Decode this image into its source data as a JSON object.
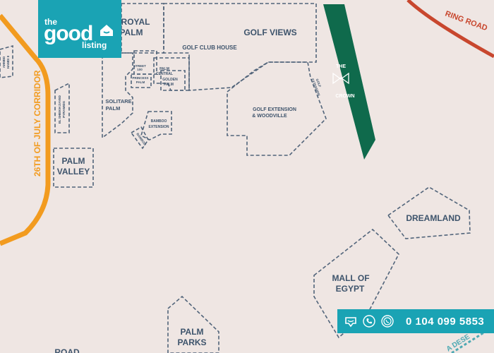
{
  "brand": {
    "logo_top": "the",
    "logo_main": "good",
    "logo_bottom": "listing",
    "color": "#1aa3b4"
  },
  "roads": {
    "corridor": "26TH OF JULY CORRIDOR",
    "ring_road": "RING ROAD",
    "desert": "A DESE",
    "corridor_color": "#f29b1f",
    "ring_road_color": "#c8472e"
  },
  "compounds": {
    "royal_palm": [
      "ROYAL",
      "PALM"
    ],
    "golf_views": "GOLF VIEWS",
    "golf_club_house": "GOLF CLUB HOUSE",
    "street_100": [
      "STREET",
      "100"
    ],
    "palm_central": [
      "PALM",
      "CENTRAL"
    ],
    "princess_palm": [
      "PRINCESS",
      "PALM"
    ],
    "golden_palm": [
      "GOLDEN",
      "PALM"
    ],
    "solitare_palm": [
      "SOLITARE",
      "PALM"
    ],
    "bamboo_extension": [
      "BAMBOO",
      "EXTENSION"
    ],
    "bamboo": "BAMBOO",
    "golf_extension": [
      "GOLF EXTENSION",
      "& WOODVILLE"
    ],
    "golf_extension_label_2": [
      "GOLF",
      "EXTENSION"
    ],
    "the_crown": [
      "THE",
      "CROWN"
    ],
    "palm_valley": [
      "PALM",
      "VALLEY"
    ],
    "dreamland": "DREAMLAND",
    "mall_of_egypt": [
      "MALL OF",
      "EGYPT"
    ],
    "palm_parks": [
      "PALM",
      "PARKS"
    ],
    "sheikh_zayed_pyramids": [
      "EL SHEIKH ZAYED",
      "PYRAMIDS"
    ],
    "ahmed_hamdi": [
      "AHMED",
      "HAMDI II"
    ],
    "bottom_left": "ROAD"
  },
  "contact": {
    "phone": "0 104 099 5853",
    "icons": [
      "chat-icon",
      "phone-icon",
      "whatsapp-icon"
    ]
  },
  "colors": {
    "background": "#efe6e3",
    "zone_outline": "#51647a",
    "label": "#3e546c",
    "crown_fill": "#0f6a4c"
  }
}
